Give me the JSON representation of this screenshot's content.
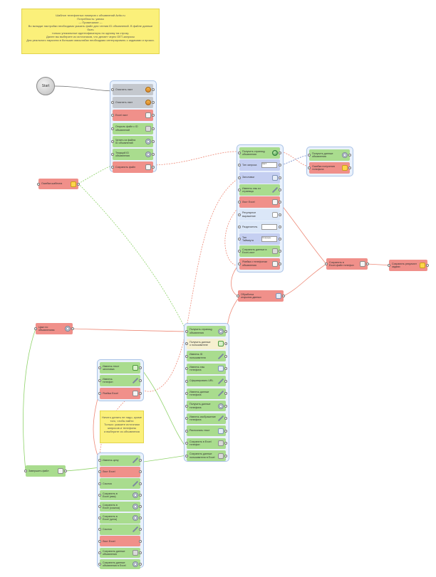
{
  "notes": {
    "top": {
      "lines": [
        "Шаблон телефонных номеров с объявлений Avito.ru",
        "Потребность: умная",
        "",
        "--- Примечание ---",
        "Во вкладке настройки необходимо указать файл для чтения ID объявлений. В файле данные быть",
        "только уникальные идентификаторы по одному на строку.",
        "Далее вы выберите из источников, что делает через GET-запросы",
        "Для реального парсинга в больших масштабах необходимо интегрировать с задачами и прокси."
      ]
    },
    "middle": {
      "lines": [
        "Ничего делать не надо, кроме",
        "того, чтобы найти",
        "Только: укажите источники",
        "запросов и телефоны",
        "и выберите из объявления"
      ]
    }
  },
  "start_label": "Start",
  "groups": {
    "g1": [
      {
        "label": "Очистить лист",
        "color": "gray",
        "icon": "keys"
      },
      {
        "label": "Очистить лист",
        "color": "gray",
        "icon": "keys"
      },
      {
        "label": "Excel лист",
        "color": "red",
        "icon": "doc"
      },
      {
        "label": "Открыть файл с ID\nобъявлений",
        "color": "green",
        "icon": "box"
      },
      {
        "label": "Читать из файла\nID объявлений",
        "color": "green",
        "icon": "gear"
      },
      {
        "label": "Текущий ID\nобъявления",
        "color": "green",
        "icon": "gear"
      },
      {
        "label": "Сохранить файл",
        "color": "red",
        "icon": "doc"
      }
    ],
    "g2": [
      {
        "label": "Получить страницу\nобъявления",
        "color": "green",
        "icon": "globe"
      },
      {
        "label": "Тип запроса",
        "color": "blue",
        "icon": "dd",
        "value": "GET",
        "value2": ""
      },
      {
        "label": "Заголовки",
        "color": "blue",
        "icon": "mail"
      },
      {
        "label": "Извлечь хэш из\nстраницы",
        "color": "green",
        "icon": "pen"
      },
      {
        "label": "Лист Excel",
        "color": "red",
        "icon": "doc"
      },
      {
        "label": "Регулярное\nвыражение",
        "color": "lblue",
        "icon": "file"
      },
      {
        "label": "Разделитель",
        "color": "lblue",
        "icon": "dd",
        "value": "",
        "value2": ""
      },
      {
        "label": "Тип\nТаймаута",
        "color": "blue",
        "icon": "dd",
        "value": "Секунды",
        "value2": ""
      },
      {
        "label": "Сохранить данные в\nExcel-лист",
        "color": "green",
        "icon": "box"
      },
      {
        "label": "Ячейка с телефоном\nобъявления",
        "color": "red",
        "icon": "doc"
      }
    ],
    "g3": [
      {
        "label": "Получить данные\nобъявления",
        "color": "green",
        "icon": "gear"
      },
      {
        "label": "Ошибка получения\nтелефона",
        "color": "red",
        "icon": "sticky"
      }
    ],
    "g4": [
      {
        "label": "Получить страницу\nобъявления",
        "color": "green",
        "icon": "gear"
      },
      {
        "label": "Получить данные\nо пользователе",
        "color": "sel",
        "icon": "doc-green"
      },
      {
        "label": "Извлечь ID\nпользователя",
        "color": "green",
        "icon": "pen"
      },
      {
        "label": "Извлечь хэш\nтелефона",
        "color": "green",
        "icon": "mail"
      },
      {
        "label": "Сформировать URL",
        "color": "green",
        "icon": "pen"
      },
      {
        "label": "Извлечь данные\nтелефона",
        "color": "green",
        "icon": "pen"
      },
      {
        "label": "Получить данные\nтелефона",
        "color": "green",
        "icon": "gear"
      },
      {
        "label": "Извлечь изображение\nтелефона",
        "color": "green",
        "icon": "pen"
      },
      {
        "label": "Распознать текст",
        "color": "green",
        "icon": "mail"
      },
      {
        "label": "Сохранить в Excel\nтелефон",
        "color": "green",
        "icon": "box"
      },
      {
        "label": "Сохранить данные\nпользователя в Excel",
        "color": "green",
        "icon": "box"
      }
    ],
    "g5": [
      {
        "label": "Извлечь текст\nзаголовка",
        "color": "green",
        "icon": "doc-green"
      },
      {
        "label": "Извлечь\nтелефон",
        "color": "green",
        "icon": "pen"
      },
      {
        "label": "Ячейка Excel",
        "color": "red",
        "icon": "doc"
      }
    ],
    "g6": [
      {
        "label": "Извлечь цену",
        "color": "green",
        "icon": "pen"
      },
      {
        "label": "Лист Excel",
        "color": "red",
        "icon": ""
      },
      {
        "label": "Ссылка",
        "color": "green",
        "icon": "pen"
      },
      {
        "label": "Сохранить в\nExcel (имя)",
        "color": "green",
        "icon": "gear"
      },
      {
        "label": "Сохранить в\nExcel (ссылка)",
        "color": "green",
        "icon": "gear"
      },
      {
        "label": "Сохранить в\nExcel (цена)",
        "color": "green",
        "icon": "gear"
      },
      {
        "label": "Ссылка",
        "color": "green",
        "icon": "pen"
      },
      {
        "label": "Лист Excel",
        "color": "red",
        "icon": ""
      },
      {
        "label": "Сохранить данные\nобъявления",
        "color": "green",
        "icon": "box"
      },
      {
        "label": "Сохранить данные\nобъявления в Excel",
        "color": "green",
        "icon": "gear"
      }
    ]
  },
  "singles": {
    "s_sticky": {
      "label": "Ошибка шаблона",
      "color": "red",
      "icon": "sticky"
    },
    "s_cycle": {
      "label": "Цикл по\nобъявлениям",
      "color": "red",
      "icon": "gear"
    },
    "s_process": {
      "label": "Обработка\nоткрытия данных",
      "color": "red",
      "icon": "mail"
    },
    "s_mid_right": {
      "label": "Сохранить в\nExcel-файл телефон",
      "color": "red",
      "icon": "doc"
    },
    "s_far_right": {
      "label": "Сохранить результат\nзадачи",
      "color": "red",
      "icon": "sticky"
    },
    "s_left_bottom": {
      "label": "Завершить файл",
      "color": "green",
      "icon": "doc"
    }
  },
  "colors": {
    "green_wire": "#8fd36a",
    "red_wire": "#ee8a78",
    "blue_wire": "#6f86c8",
    "gray_wire": "#666666",
    "group_border": "#a8c2e6"
  }
}
